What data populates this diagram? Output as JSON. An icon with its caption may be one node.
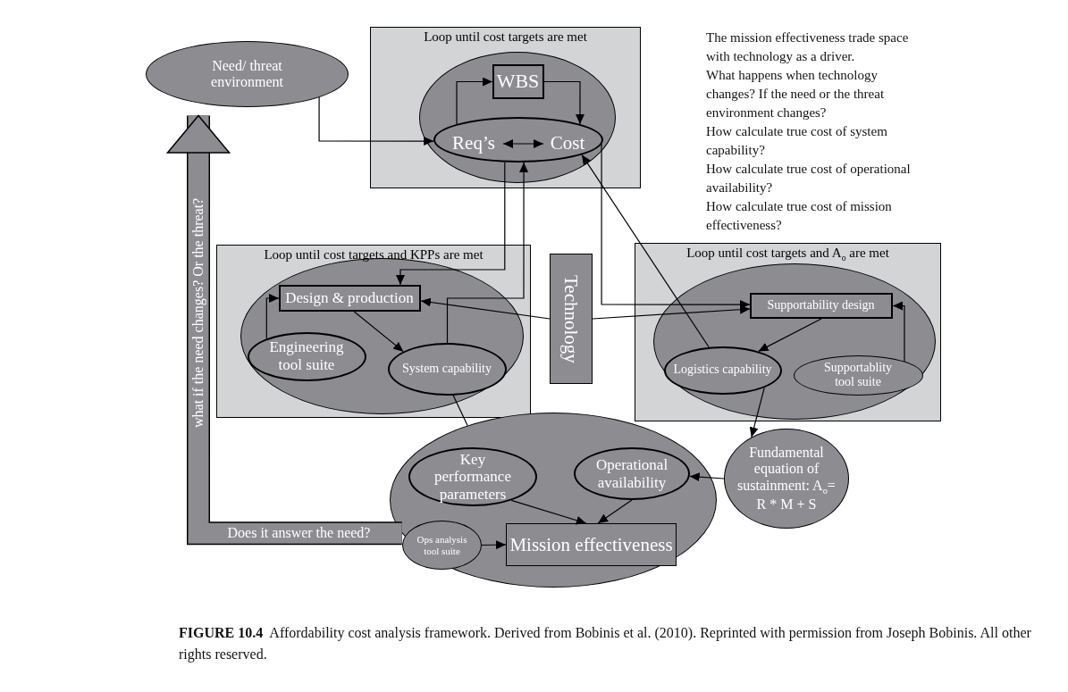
{
  "diagram": {
    "caption": "**FIGURE 10.4**  Affordability cost analysis framework. Derived from Bobinis et al. (2010). Reprinted with permission from Joseph Bobinis. All other rights reserved.",
    "nodes": [
      {
        "text": [
          "Need/ threat environment"
        ]
      },
      {
        "text": [
          "Loop until cost targets are met"
        ]
      },
      {
        "text": [],
        "shape": "ellipse",
        "in": 1
      },
      {
        "text": [
          "WBS"
        ],
        "in": 2
      },
      {
        "text": [],
        "shape": "ellipse",
        "in": 2
      },
      {
        "text": [
          "Req’s"
        ],
        "in": 4
      },
      {
        "text": [
          "Cost"
        ],
        "in": 4
      },
      {
        "text": [
          "Loop until cost targets and KPPs are met"
        ]
      },
      {
        "text": [],
        "shape": "ellipse",
        "in": 7
      },
      {
        "text": [
          "Design & production"
        ],
        "in": 8
      },
      {
        "text": [
          "Engineering tool suite"
        ],
        "in": 8
      },
      {
        "text": [
          "System capability"
        ],
        "in": 8
      },
      {
        "text": [
          "Technology"
        ]
      },
      {
        "text": [
          "Loop until cost targets and A$_{o}$ are met"
        ]
      },
      {
        "text": [],
        "shape": "ellipse",
        "in": 13
      },
      {
        "text": [
          "Supportability design"
        ],
        "in": 14
      },
      {
        "text": [
          "Logistics capability"
        ],
        "in": 14
      },
      {
        "text": [
          "Supportablity tool suite"
        ],
        "in": 14
      },
      {
        "text": [
          "Fundamental equation of sustainment: A$_{o}$= R * M + S"
        ]
      },
      {
        "text": [],
        "shape": "ellipse"
      },
      {
        "text": [
          "Key performance parameters"
        ],
        "in": 19
      },
      {
        "text": [
          "Operational availability"
        ],
        "in": 19
      },
      {
        "text": [
          "Ops analysis tool suite"
        ],
        "in": 19
      },
      {
        "text": [
          "Mission effectiveness"
        ],
        "in": 19
      }
    ],
    "edges": [
      {
        "from": 0,
        "to": 4,
        "arrow": "to"
      },
      {
        "from": 4,
        "to": 3,
        "arrow": "to"
      },
      {
        "from": 3,
        "to": 4,
        "arrow": "to"
      },
      {
        "from": 5,
        "to": 6,
        "arrow": "both"
      },
      {
        "from": 4,
        "to": 9,
        "arrow": "to"
      },
      {
        "from": 11,
        "to": 4,
        "arrow": "to"
      },
      {
        "from": 4,
        "to": 15,
        "arrow": "to"
      },
      {
        "from": 16,
        "to": 4,
        "arrow": "to"
      },
      {
        "from": 12,
        "to": 9,
        "arrow": "to"
      },
      {
        "from": 12,
        "to": 15,
        "arrow": "to"
      },
      {
        "from": 9,
        "to": 11,
        "arrow": "to"
      },
      {
        "from": 10,
        "to": 9,
        "arrow": "to"
      },
      {
        "from": 15,
        "to": 16,
        "arrow": "to"
      },
      {
        "from": 17,
        "to": 15,
        "arrow": "to"
      },
      {
        "from": 16,
        "to": 18,
        "arrow": "to"
      },
      {
        "from": 18,
        "to": 21,
        "arrow": "to"
      },
      {
        "from": 20,
        "to": 23,
        "arrow": "to"
      },
      {
        "from": 21,
        "to": 23,
        "arrow": "to"
      },
      {
        "from": 22,
        "to": 23,
        "arrow": "to"
      },
      {
        "from": 11,
        "to": 19,
        "arrow": "none"
      },
      {
        "from": 19,
        "to": 0,
        "arrow": "to",
        "style": "thick",
        "label": "Does it answer the need?"
      }
    ],
    "labels": [
      "what if the need changes? Or the threat?",
      "The mission effectiveness trade space with technology as a driver.",
      "What happens when technology changes? If the need or the threat environment changes?",
      "How calculate true cost of system capability?",
      "How calculate true cost of operational availability?",
      "How calculate true cost of mission effectiveness?"
    ]
  }
}
